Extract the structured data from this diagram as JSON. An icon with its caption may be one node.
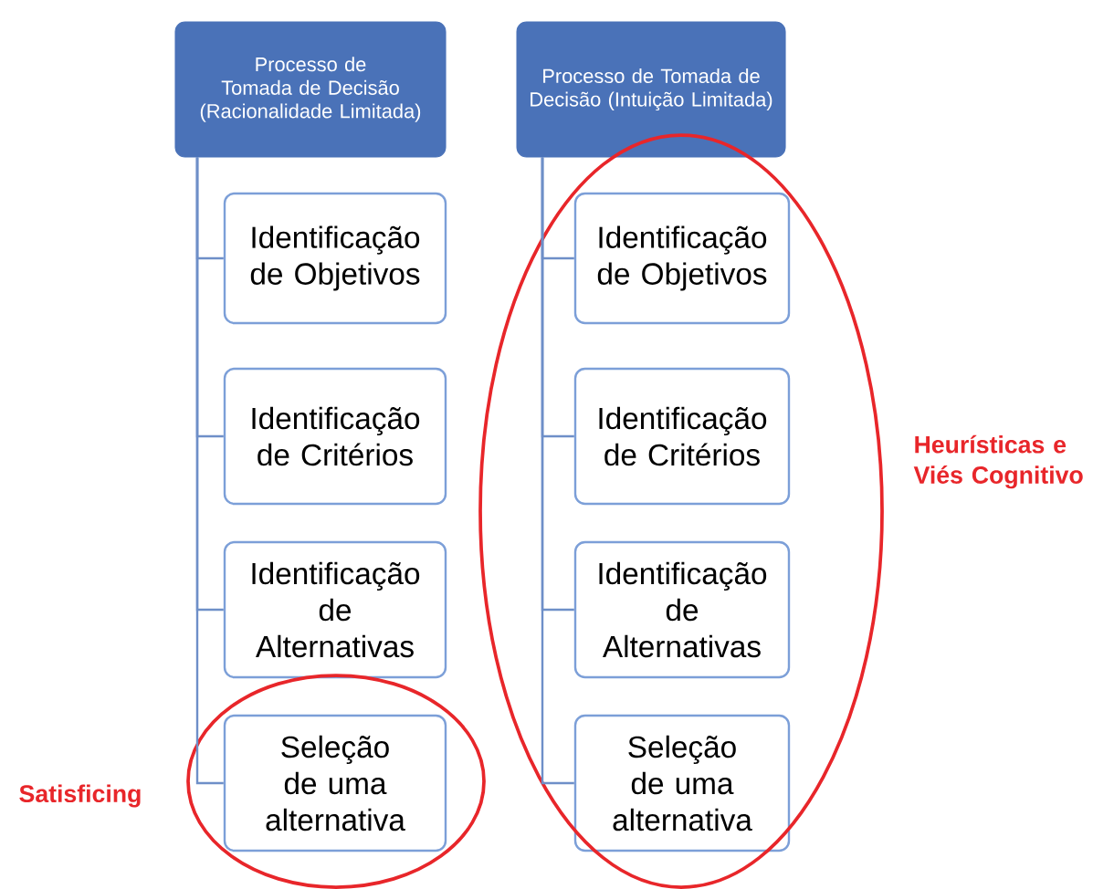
{
  "diagram": {
    "nodes": [
      {
        "text": [
          "Processo de Tomada de Decisão (Racionalidade Limitada)"
        ]
      },
      {
        "text": [
          "Identificação de Objetivos"
        ]
      },
      {
        "text": [
          "Identificação de Critérios"
        ]
      },
      {
        "text": [
          "Identificação de Alternativas"
        ]
      },
      {
        "text": [
          "Seleção de uma alternativa"
        ]
      },
      {
        "text": [
          "Processo de Tomada de Decisão (Intuição Limitada)"
        ]
      },
      {
        "text": [
          "Identificação de Objetivos"
        ]
      },
      {
        "text": [
          "Identificação de Critérios"
        ]
      },
      {
        "text": [
          "Identificação de Alternativas"
        ]
      },
      {
        "text": [
          "Seleção de uma alternativa"
        ]
      }
    ],
    "labels": [
      "Heurísticas e Viés Cognitivo",
      "Satisficing"
    ],
    "edges": [
      {
        "from": 0,
        "to": 1,
        "arrow": "none"
      },
      {
        "from": 0,
        "to": 2,
        "arrow": "none"
      },
      {
        "from": 0,
        "to": 3,
        "arrow": "none"
      },
      {
        "from": 0,
        "to": 4,
        "arrow": "none"
      },
      {
        "from": 5,
        "to": 6,
        "arrow": "none"
      },
      {
        "from": 5,
        "to": 7,
        "arrow": "none"
      },
      {
        "from": 5,
        "to": 8,
        "arrow": "none"
      },
      {
        "from": 5,
        "to": 9,
        "arrow": "none"
      }
    ]
  }
}
